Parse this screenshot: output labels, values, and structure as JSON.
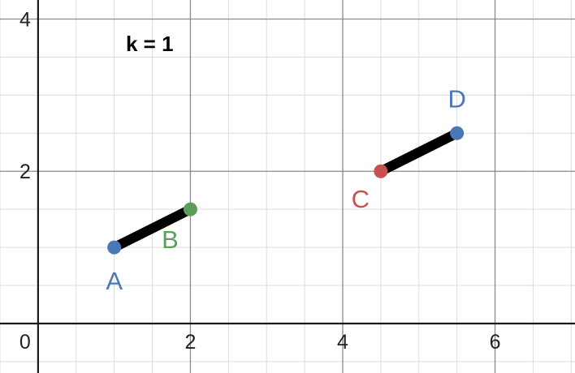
{
  "chart_data": {
    "type": "scatter",
    "xlim": [
      -0.5,
      7.05
    ],
    "ylim": [
      -0.65,
      4.25
    ],
    "grid": true,
    "minor_grid": true,
    "x_ticks": [
      "0",
      "2",
      "4",
      "6"
    ],
    "y_ticks": [
      "2",
      "4"
    ],
    "annotation": "k = 1",
    "points": [
      {
        "label": "A",
        "x": 1,
        "y": 1,
        "color": "#4a78b5",
        "label_color": "#4a78b5"
      },
      {
        "label": "B",
        "x": 2,
        "y": 1.5,
        "color": "#5a9e5a",
        "label_color": "#5a9e5a"
      },
      {
        "label": "C",
        "x": 4.5,
        "y": 2,
        "color": "#c95050",
        "label_color": "#c95050"
      },
      {
        "label": "D",
        "x": 5.5,
        "y": 2.5,
        "color": "#4a78b5",
        "label_color": "#4a78b5"
      }
    ],
    "segments": [
      {
        "from": "A",
        "to": "B",
        "color": "#000000"
      },
      {
        "from": "C",
        "to": "D",
        "color": "#000000"
      }
    ]
  }
}
